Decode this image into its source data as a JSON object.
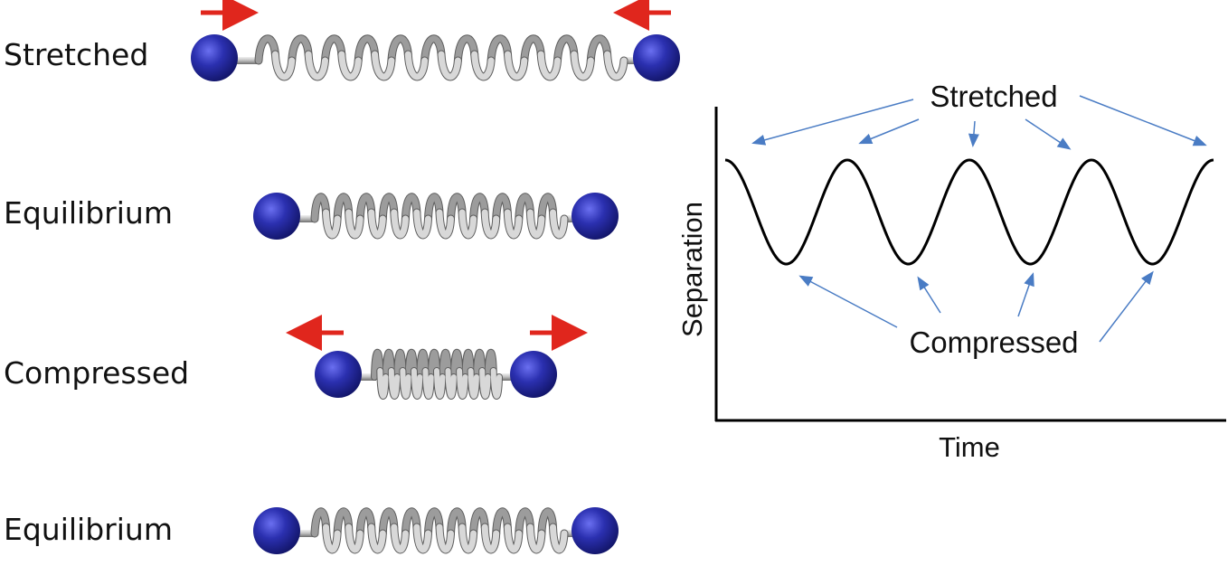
{
  "rows": [
    {
      "label": "Stretched",
      "state": "stretched"
    },
    {
      "label": "Equilibrium",
      "state": "equilibrium"
    },
    {
      "label": "Compressed",
      "state": "compressed"
    },
    {
      "label": "Equilibrium",
      "state": "equilibrium"
    }
  ],
  "graph": {
    "stretched_label": "Stretched",
    "compressed_label": "Compressed",
    "y_axis_label": "Separation",
    "x_axis_label": "Time"
  },
  "colors": {
    "atom": "#2b2fa5",
    "force_arrow": "#e0261d",
    "pointer_arrow": "#4a7cc4",
    "spring": "#a9a9a9",
    "curve": "#000000"
  },
  "icons": {
    "force_arrow": "red-arrow-icon",
    "atom": "blue-sphere-icon"
  }
}
